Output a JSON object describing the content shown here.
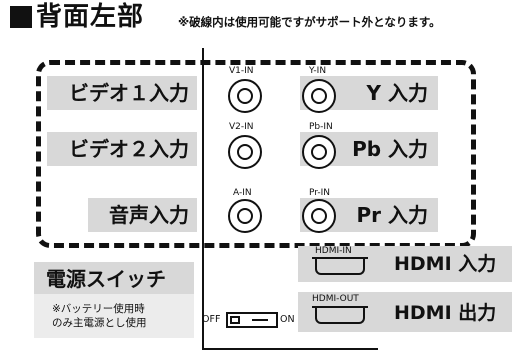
{
  "header": {
    "title": "背面左部",
    "note": "※破線内は使用可能ですがサポート外となります。"
  },
  "video_rows": [
    {
      "label": "ビデオ１入力",
      "port": "V1-IN"
    },
    {
      "label": "ビデオ２入力",
      "port": "V2-IN"
    },
    {
      "label": "音声入力",
      "port": "A-IN"
    }
  ],
  "component_rows": [
    {
      "label": "Y 入力",
      "port": "Y-IN"
    },
    {
      "label": "Pb 入力",
      "port": "Pb-IN"
    },
    {
      "label": "Pr 入力",
      "port": "Pr-IN"
    }
  ],
  "power": {
    "title": "電源スイッチ",
    "note_line1": "※バッテリー使用時",
    "note_line2": "のみ主電源とし使用",
    "off_label": "OFF",
    "on_label": "ON"
  },
  "hdmi": [
    {
      "port": "HDMI-IN",
      "label": "HDMI 入力"
    },
    {
      "port": "HDMI-OUT",
      "label": "HDMI 出力"
    }
  ]
}
